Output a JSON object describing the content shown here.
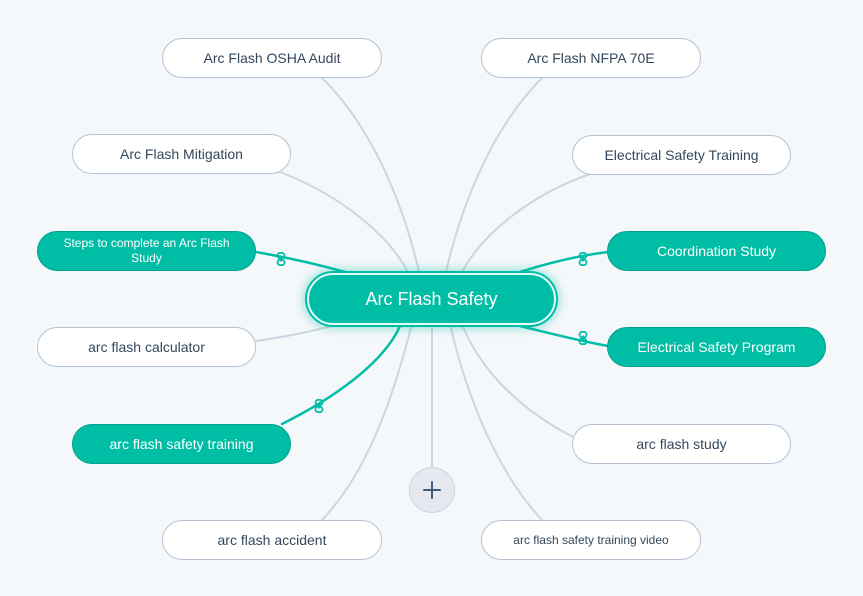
{
  "center": {
    "label": "Arc Flash Safety"
  },
  "nodes": [
    {
      "id": "osha",
      "label": "Arc Flash OSHA Audit",
      "linked": false
    },
    {
      "id": "nfpa",
      "label": "Arc Flash NFPA 70E",
      "linked": false
    },
    {
      "id": "mitigation",
      "label": "Arc Flash Mitigation",
      "linked": false
    },
    {
      "id": "est",
      "label": "Electrical Safety Training",
      "linked": false
    },
    {
      "id": "steps",
      "label": "Steps to complete an Arc Flash Study",
      "linked": true
    },
    {
      "id": "coord",
      "label": "Coordination Study",
      "linked": true
    },
    {
      "id": "calc",
      "label": "arc flash calculator",
      "linked": false
    },
    {
      "id": "esp",
      "label": "Electrical Safety Program",
      "linked": true
    },
    {
      "id": "aftraining",
      "label": "arc flash safety training",
      "linked": true
    },
    {
      "id": "afstudy",
      "label": "arc flash study",
      "linked": false
    },
    {
      "id": "accident",
      "label": "arc flash accident",
      "linked": false
    },
    {
      "id": "video",
      "label": "arc flash safety training video",
      "linked": false
    }
  ],
  "icons": {
    "add": "plus-icon",
    "link": "link-icon"
  },
  "colors": {
    "accent": "#00bda5",
    "line": "#cbd6e2",
    "text": "#33475b"
  }
}
